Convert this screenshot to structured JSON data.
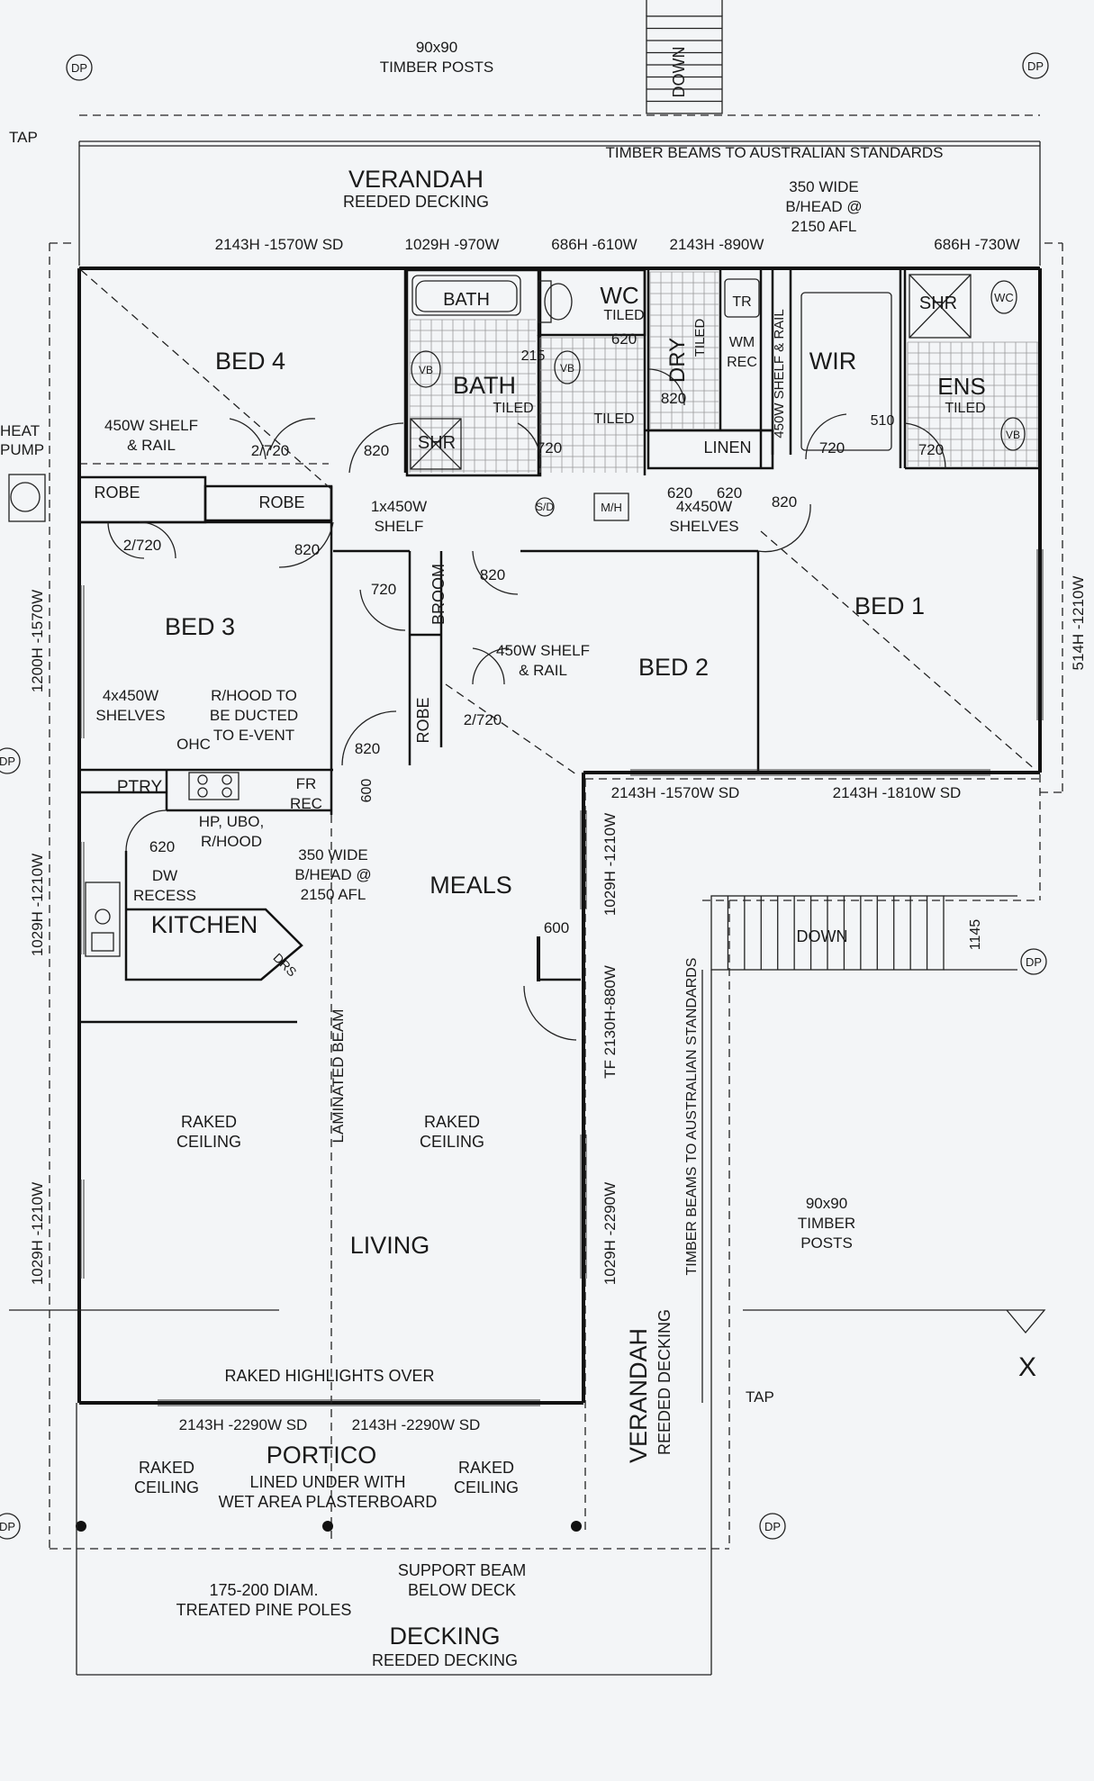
{
  "rooms": {
    "verandah_top": "VERANDAH",
    "verandah_top_sub": "REEDED DECKING",
    "bed4": "BED 4",
    "bed3": "BED 3",
    "bed2": "BED 2",
    "bed1": "BED 1",
    "bath": "BATH",
    "bath_fixture": "BATH",
    "wc": "WC",
    "dry": "DRY",
    "wir": "WIR",
    "ens": "ENS",
    "shr1": "SHR",
    "shr2": "SHR",
    "linen": "LINEN",
    "meals": "MEALS",
    "kitchen": "KITCHEN",
    "living": "LIVING",
    "portico": "PORTICO",
    "decking": "DECKING",
    "decking_sub": "REEDED DECKING",
    "verandah_side": "VERANDAH",
    "verandah_side_sub": "REEDED DECKING",
    "ptry": "PTRY",
    "robe1": "ROBE",
    "robe2": "ROBE",
    "robe3": "ROBE",
    "broom": "BROOM"
  },
  "labels": {
    "timber_posts_top": [
      "90x90",
      "TIMBER POSTS"
    ],
    "timber_beams_top": "TIMBER BEAMS TO AUSTRALIAN STANDARDS",
    "bulkhead_top": [
      "350 WIDE",
      "B/HEAD @",
      "2150 AFL"
    ],
    "tap_top": "TAP",
    "heat_pump": [
      "HEAT",
      "PUMP"
    ],
    "down_top": "DOWN",
    "down_side": "DOWN",
    "shelf_rail_bed4": [
      "450W SHELF",
      "& RAIL"
    ],
    "shelf_1x450": [
      "1x450W",
      "SHELF"
    ],
    "shelf_rail_bed2": [
      "450W SHELF",
      "& RAIL"
    ],
    "shelves_4x450": [
      "4x450W",
      "SHELVES"
    ],
    "shelves_4x450_kitchen": [
      "4x450W",
      "SHELVES"
    ],
    "wir_shelf": "450W SHELF & RAIL",
    "rhood": [
      "R/HOOD TO",
      "BE DUCTED",
      "TO E-VENT"
    ],
    "ohc": "OHC",
    "fr_rec": [
      "FR",
      "REC"
    ],
    "hp_ubo": [
      "HP, UBO,",
      "R/HOOD"
    ],
    "dw_recess": [
      "DW",
      "RECESS"
    ],
    "bulkhead_kitchen": [
      "350 WIDE",
      "B/HEAD @",
      "2150 AFL"
    ],
    "laminated_beam": "LAMINATED BEAM",
    "raked_ceiling_1": [
      "RAKED",
      "CEILING"
    ],
    "raked_ceiling_2": [
      "RAKED",
      "CEILING"
    ],
    "raked_ceiling_3": [
      "RAKED",
      "CEILING"
    ],
    "raked_ceiling_4": [
      "RAKED",
      "CEILING"
    ],
    "raked_highlights": "RAKED HIGHLIGHTS OVER",
    "lined_under": [
      "LINED UNDER WITH",
      "WET AREA PLASTERBOARD"
    ],
    "support_beam": [
      "SUPPORT BEAM",
      "BELOW DECK"
    ],
    "pine_poles": [
      "175-200 DIAM.",
      "TREATED PINE POLES"
    ],
    "timber_posts_side": [
      "90x90",
      "TIMBER",
      "POSTS"
    ],
    "timber_beams_side": "TIMBER BEAMS TO AUSTRALIAN STANDARDS",
    "tap_side": "TAP",
    "tiled_wc": "TILED",
    "tiled_dry": "TILED",
    "tiled_bath": "TILED",
    "tiled_bath2": "TILED",
    "tiled_ens": "TILED",
    "wm_rec": [
      "WM",
      "REC"
    ],
    "tr": "TR",
    "vb1": "VB",
    "vb2": "VB",
    "vb3": "VB",
    "wc_fixture": "WC",
    "sd_smoke": "S/D",
    "mh": "M/H",
    "drs": "DRS",
    "dp": "DP",
    "x": "X"
  },
  "dims": {
    "w_bed4": "2143H -1570W SD",
    "w_bath": "1029H -970W",
    "w_wc": "686H -610W",
    "w_dry": "2143H -890W",
    "w_ens": "686H -730W",
    "w_bed1_side": "514H -1210W",
    "w_bed3_side": "1200H -1570W",
    "w_kitchen_side": "1029H -1210W",
    "w_living_side": "1029H -1210W",
    "w_bed2_bottom": "2143H -1570W SD",
    "w_bed1_bottom": "2143H -1810W SD",
    "w_meals_side": "1029H -1210W",
    "w_meals_door": "TF 2130H-880W",
    "w_living_right": "1029H -2290W",
    "w_portico_1": "2143H -2290W SD",
    "w_portico_2": "2143H -2290W SD",
    "d_820_a": "820",
    "d_820_b": "820",
    "d_820_c": "820",
    "d_820_d": "820",
    "d_820_e": "820",
    "d_820_f": "820",
    "d_2720_a": "2/720",
    "d_2720_b": "2/720",
    "d_2720_c": "2/720",
    "d_720_a": "720",
    "d_720_b": "720",
    "d_720_c": "720",
    "d_720_d": "720",
    "d_620_a": "620",
    "d_620_b": "620",
    "d_620_c": "620",
    "d_620_d": "620",
    "d_215": "215",
    "d_510": "510",
    "d_600_a": "600",
    "d_600_b": "600",
    "d_1145": "1145"
  }
}
